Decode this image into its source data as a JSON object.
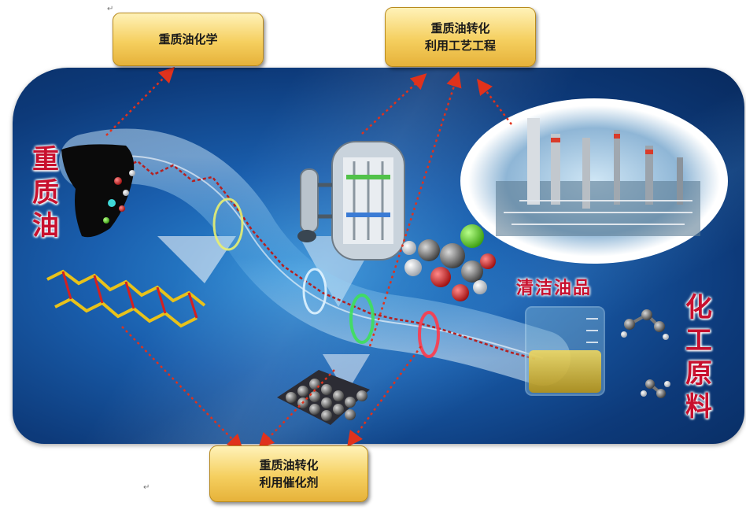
{
  "callouts": {
    "chemistry": "重质油化学",
    "process_line1": "重质油转化",
    "process_line2": "利用工艺工程",
    "catalyst_line1": "重质油转化",
    "catalyst_line2": "利用催化剂"
  },
  "labels": {
    "heavy_oil": [
      "重",
      "质",
      "油"
    ],
    "clean_oil": "清洁油品",
    "chemical_feed": [
      "化",
      "工",
      "原",
      "料"
    ]
  },
  "return_mark": "↵",
  "colors": {
    "callout_fill": "#f5cf5f",
    "label_red": "#c8102e",
    "arrow_red": "#e0321c",
    "background_blue": "#1a5fae"
  },
  "icons": [
    "refinery-photo",
    "reactor-icon",
    "beaker-icon",
    "molecule-icon",
    "catalyst-cluster-icon"
  ]
}
